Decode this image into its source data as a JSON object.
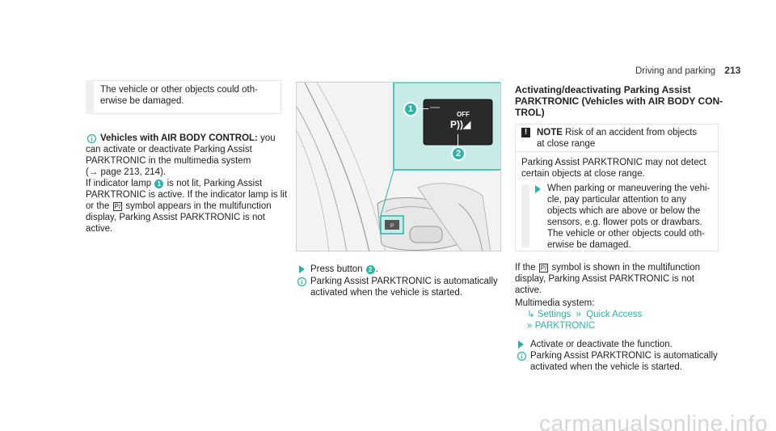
{
  "header": {
    "section": "Driving and parking",
    "page": "213"
  },
  "left": {
    "note_text": [
      "The vehicle or other objects could oth-",
      "erwise be damaged."
    ],
    "info_heading": "Vehicles with AIR BODY CONTROL:",
    "info_lines": [
      " you",
      "can activate or deactivate Parking Assist",
      "PARKTRONIC in the multimedia system",
      "(→ page 213, 214).",
      "If indicator lamp ",
      " is not lit, Parking Assist",
      "PARKTRONIC is active. If the indicator lamp is lit",
      "or the ",
      " symbol appears in the multifunction",
      "display, Parking Assist PARKTRONIC is not",
      "active."
    ],
    "callout1": "1",
    "pk_symbol": "P/"
  },
  "figure": {
    "panel_off": "OFF",
    "panel_symbol": "P))◢",
    "callout1": "1",
    "callout2": "2"
  },
  "middle": {
    "step_pre": "Press button ",
    "step_callout": "2",
    "step_post": ".",
    "info_lines": [
      "Parking Assist PARKTRONIC is automatically",
      "activated when the vehicle is started."
    ]
  },
  "right": {
    "heading_lines": [
      "Activating/deactivating Parking Assist",
      "PARKTRONIC (Vehicles with AIR BODY CON-",
      "TROL)"
    ],
    "note_label": "NOTE",
    "note_lines": [
      " Risk of an accident from objects",
      "at close range"
    ],
    "box_lines": [
      "Parking Assist PARKTRONIC may not detect",
      "certain objects at close range."
    ],
    "box_step_lines": [
      "When parking or maneuvering the vehi-",
      "cle, pay particular attention to any",
      "objects which are above or below the",
      "sensors, e.g. flower pots or drawbars.",
      "The vehicle or other objects could oth-",
      "erwise be damaged."
    ],
    "after_lines": [
      " symbol is shown in the multifunction",
      "display, Parking Assist PARKTRONIC is not",
      "active."
    ],
    "after_pre": "If the ",
    "multimedia": "Multimedia system:",
    "menu1": "Settings",
    "menu2": "Quick Access",
    "menu3": "PARKTRONIC",
    "step": "Activate or deactivate the function.",
    "info_lines": [
      "Parking Assist PARKTRONIC is automatically",
      "activated when the vehicle is started."
    ]
  },
  "watermark": "carmanualsonline.info"
}
